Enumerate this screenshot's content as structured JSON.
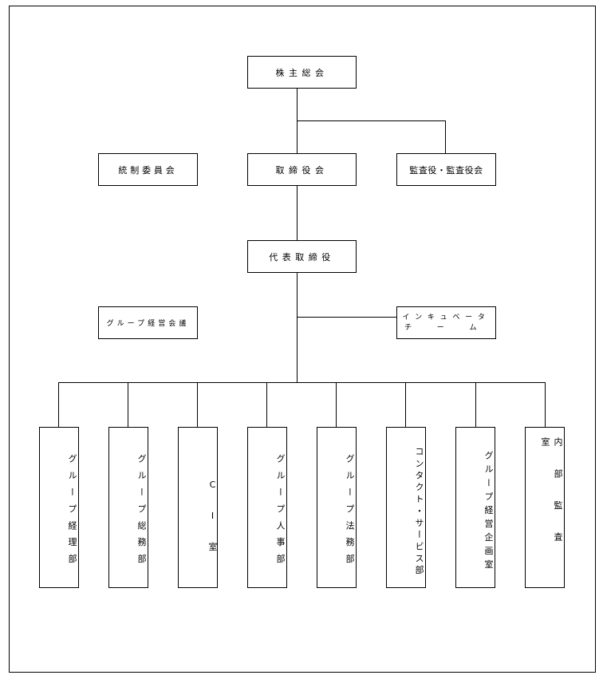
{
  "org": {
    "shareholders": "株主総会",
    "board": "取締役会",
    "auditors": "監査役・監査役会",
    "control_committee": "統制委員会",
    "representative": "代表取締役",
    "group_meeting": "グループ経営会議",
    "incubator_line1": "インキュベータ",
    "incubator_line2": "チ ー ム",
    "departments": [
      "グループ経理部",
      "グループ総務部",
      "C I 室",
      "グループ人事部",
      "グループ法務部",
      "コンタクト・サービス部",
      "グループ経営企画室",
      "内部監査室"
    ]
  }
}
